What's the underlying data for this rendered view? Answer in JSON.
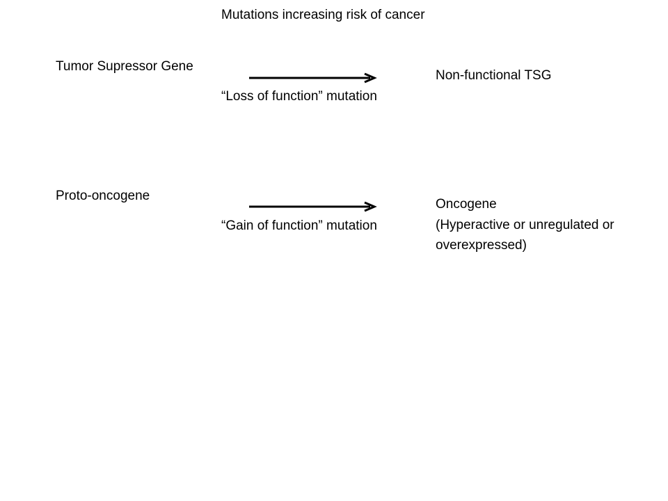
{
  "title": "Mutations increasing risk of cancer",
  "rows": [
    {
      "source": "Tumor Supressor Gene",
      "mutation": "“Loss of function” mutation",
      "result": "Non-functional TSG"
    },
    {
      "source": "Proto-oncogene",
      "mutation": "“Gain of function” mutation",
      "result": "Oncogene",
      "result_detail_line1": "(Hyperactive or unregulated or",
      "result_detail_line2": "overexpressed)"
    }
  ],
  "colors": {
    "text": "#000000",
    "arrow": "#000000",
    "background": "#ffffff"
  }
}
